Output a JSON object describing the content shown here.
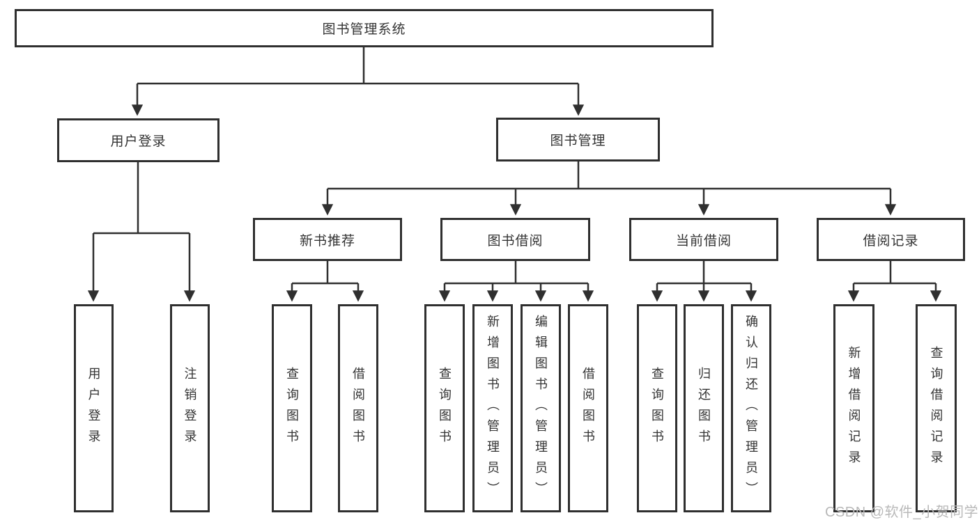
{
  "tree": {
    "label": "图书管理系统",
    "children": [
      {
        "label": "用户登录",
        "children": [
          {
            "label": "用户登录"
          },
          {
            "label": "注销登录"
          }
        ]
      },
      {
        "label": "图书管理",
        "children": [
          {
            "label": "新书推荐",
            "children": [
              {
                "label": "查询图书"
              },
              {
                "label": "借阅图书"
              }
            ]
          },
          {
            "label": "图书借阅",
            "children": [
              {
                "label": "查询图书"
              },
              {
                "label": "新增图书（管理员）"
              },
              {
                "label": "编辑图书（管理员）"
              },
              {
                "label": "借阅图书"
              }
            ]
          },
          {
            "label": "当前借阅",
            "children": [
              {
                "label": "查询图书"
              },
              {
                "label": "归还图书"
              },
              {
                "label": "确认归还（管理员）"
              }
            ]
          },
          {
            "label": "借阅记录",
            "children": [
              {
                "label": "新增借阅记录"
              },
              {
                "label": "查询借阅记录"
              }
            ]
          }
        ]
      }
    ]
  },
  "watermark": "CSDN @软件_小贺同学",
  "colors": {
    "line": "#2f2f2f",
    "border": "#2f2f2f",
    "text": "#333333",
    "watermark": "#b9b9b9",
    "background": "#ffffff"
  }
}
